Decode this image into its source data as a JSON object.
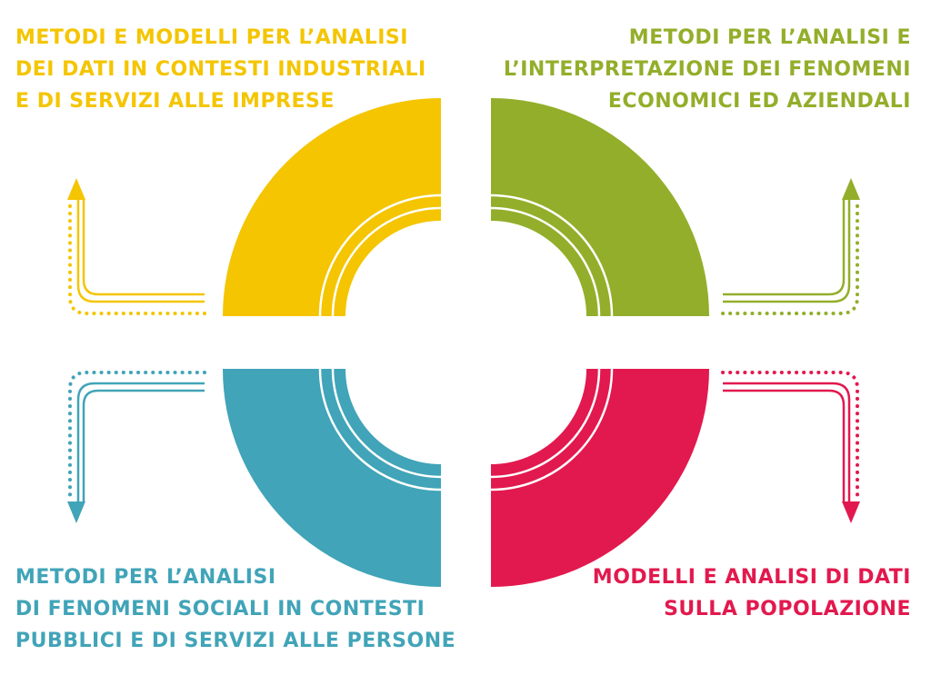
{
  "quadrants": {
    "top_left": {
      "lines": [
        "Metodi e modelli per l’analisi",
        "dei dati in contesti industriali",
        "e di servizi alle imprese"
      ],
      "color": "#f4c500"
    },
    "top_right": {
      "lines": [
        "Metodi per l’analisi e",
        "l’interpretazione dei fenomeni",
        "economici ed aziendali"
      ],
      "color": "#93ae2a"
    },
    "bottom_left": {
      "lines": [
        "Metodi per l’analisi",
        "di fenomeni sociali in contesti",
        "pubblici e di servizi alle persone"
      ],
      "color": "#41a4b8"
    },
    "bottom_right": {
      "lines": [
        "Modelli e analisi di dati",
        "sulla popolazione"
      ],
      "color": "#e2194e"
    }
  }
}
